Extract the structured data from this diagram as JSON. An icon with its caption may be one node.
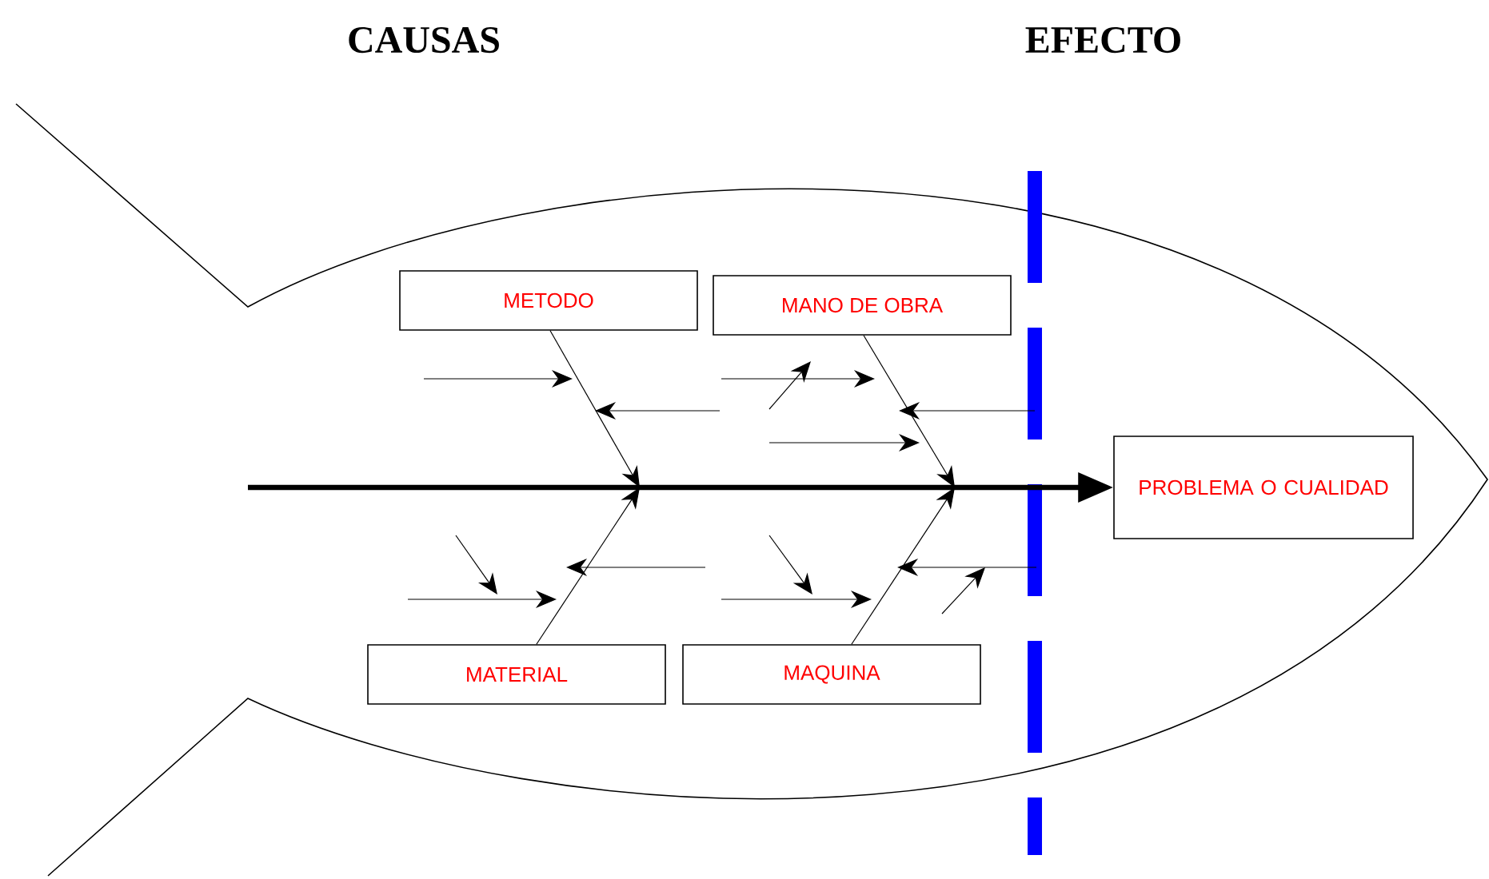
{
  "diagram": {
    "nodes": [
      {
        "text": [
          "METODO"
        ]
      },
      {
        "text": [
          "MANO DE OBRA"
        ]
      },
      {
        "text": [
          "MATERIAL"
        ]
      },
      {
        "text": [
          "MAQUINA"
        ]
      },
      {
        "text": [
          "PROBLEMA O CUALIDAD"
        ]
      }
    ],
    "edges": [
      {
        "from": null,
        "to": 4,
        "arrow": "to",
        "style": "thick"
      },
      {
        "from": 0,
        "to": null,
        "arrow": "to"
      },
      {
        "from": 1,
        "to": null,
        "arrow": "to"
      },
      {
        "from": 2,
        "to": null,
        "arrow": "to"
      },
      {
        "from": 3,
        "to": null,
        "arrow": "to"
      }
    ],
    "labels": [
      "CAUSAS",
      "EFECTO"
    ]
  }
}
